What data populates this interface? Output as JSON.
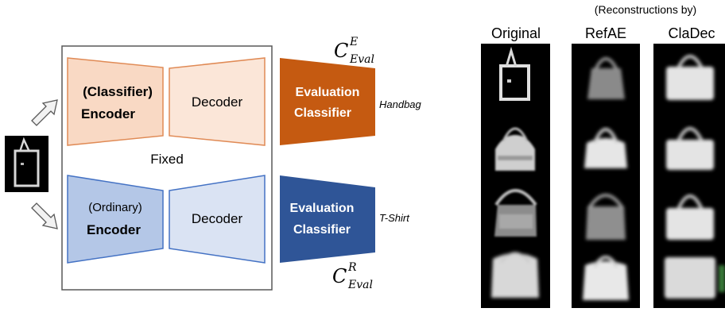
{
  "diagram": {
    "fixed_label": "Fixed",
    "top_row": {
      "encoder_line1": "(Classifier)",
      "encoder_line2": "Encoder",
      "decoder_label": "Decoder",
      "eval_line1": "Evaluation",
      "eval_line2": "Classifier",
      "output_label": "Handbag",
      "classifier_symbol": {
        "base": "C",
        "sup": "E",
        "sub": "Eval"
      }
    },
    "bottom_row": {
      "encoder_line1": "(Ordinary)",
      "encoder_line2": "Encoder",
      "decoder_label": "Decoder",
      "eval_line1": "Evaluation",
      "eval_line2": "Classifier",
      "output_label": "T-Shirt",
      "classifier_symbol": {
        "base": "C",
        "sup": "R",
        "sub": "Eval"
      }
    },
    "colors": {
      "encoder_top_fill": "#f9d9c4",
      "encoder_top_stroke": "#e08a55",
      "decoder_top_fill": "#fbe6d8",
      "eval_top_fill": "#c55a11",
      "encoder_bottom_fill": "#b4c7e7",
      "encoder_bottom_stroke": "#4472c4",
      "decoder_bottom_fill": "#dae3f3",
      "eval_bottom_fill": "#2f5597"
    }
  },
  "grid": {
    "header_caption": "(Reconstructions by)",
    "columns": [
      "Original",
      "RefAE",
      "ClaDec"
    ],
    "rows": 4
  }
}
